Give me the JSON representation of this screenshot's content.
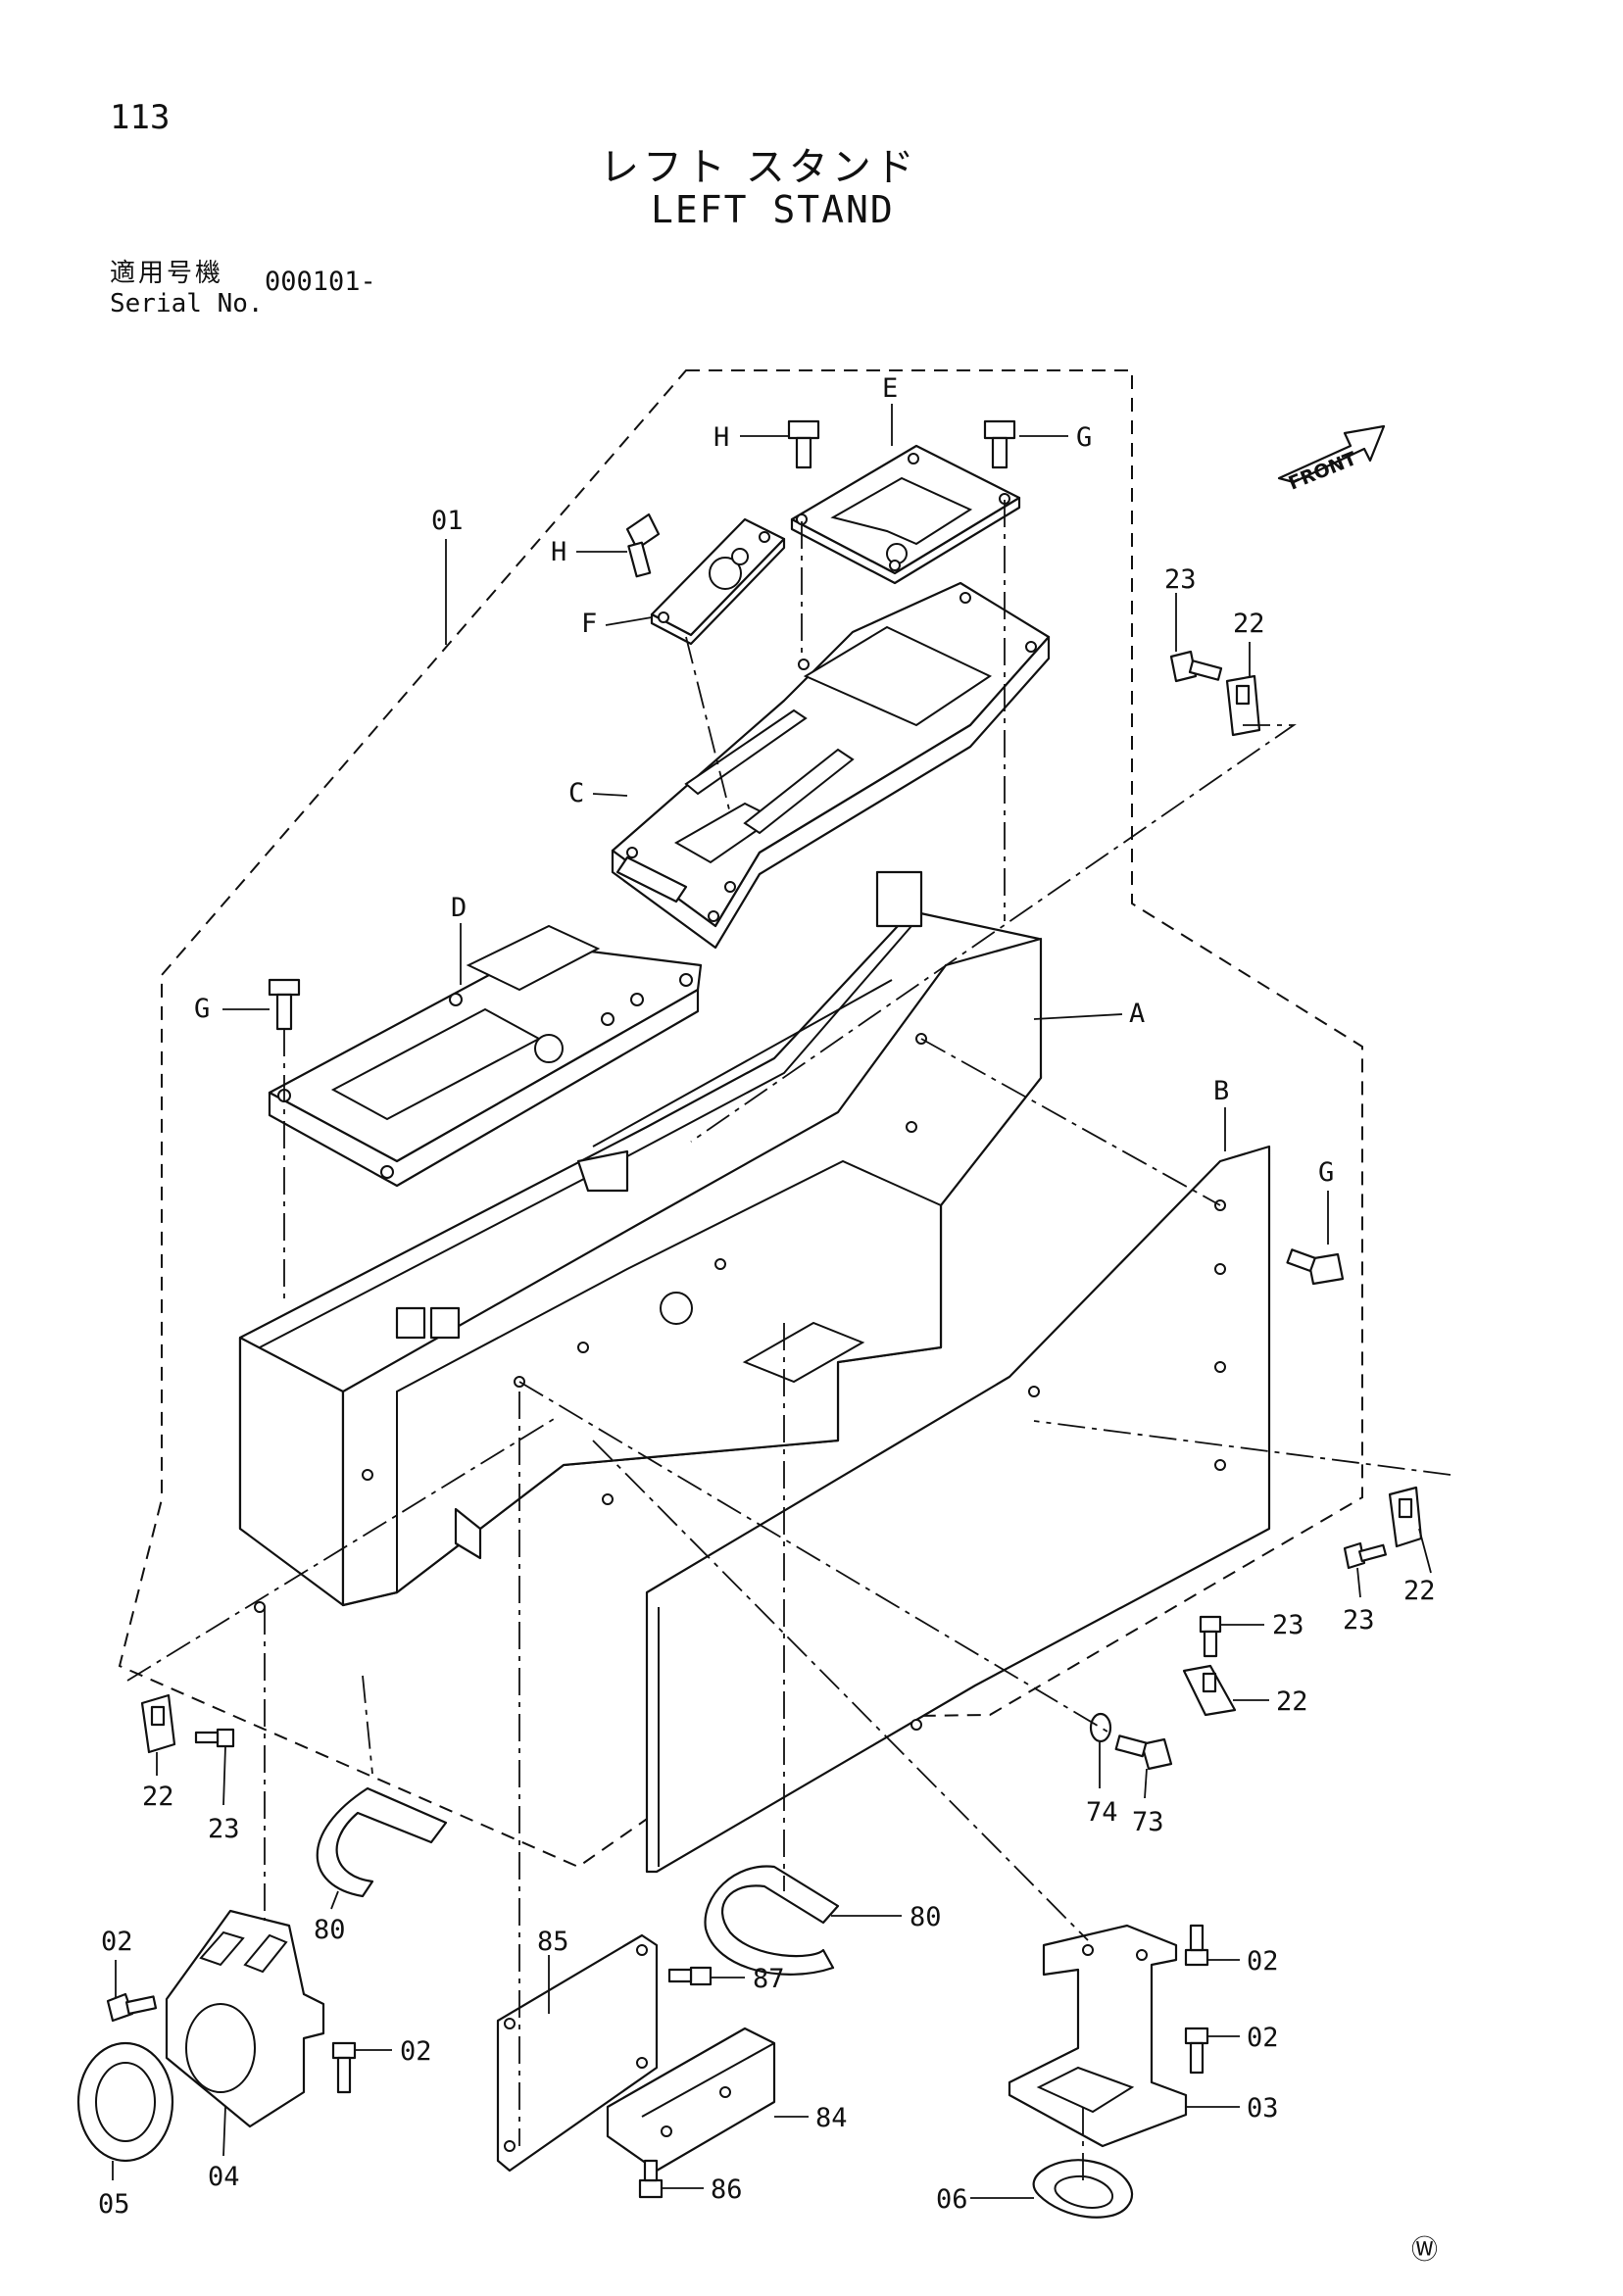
{
  "header": {
    "page_number": "113",
    "title_jp": "レフト スタンド",
    "title_en": "LEFT STAND",
    "serial_label_jp": "適用号機",
    "serial_label_en": "Serial No.",
    "serial_value": "000101-"
  },
  "labels": {
    "front": "FRONT",
    "watermark": "Ⓦ",
    "A": "A",
    "B": "B",
    "C": "C",
    "D": "D",
    "E": "E",
    "F": "F",
    "G1": "G",
    "G2": "G",
    "G3": "G",
    "H1": "H",
    "H2": "H",
    "p01": "01",
    "p02a": "02",
    "p02b": "02",
    "p02c": "02",
    "p02d": "02",
    "p03": "03",
    "p04": "04",
    "p05": "05",
    "p06": "06",
    "p22a": "22",
    "p22b": "22",
    "p22c": "22",
    "p22d": "22",
    "p23a": "23",
    "p23b": "23",
    "p23c": "23",
    "p23d": "23",
    "p73": "73",
    "p74": "74",
    "p80a": "80",
    "p80b": "80",
    "p84": "84",
    "p85": "85",
    "p86": "86",
    "p87": "87"
  }
}
